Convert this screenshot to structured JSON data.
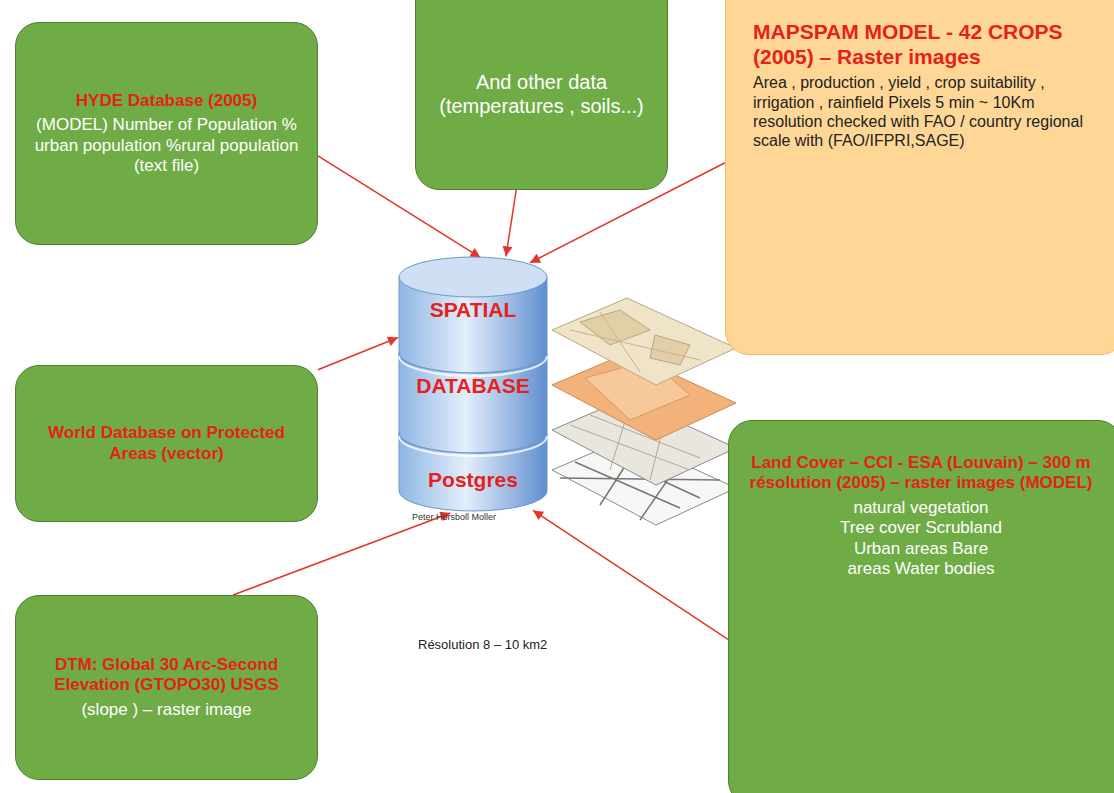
{
  "diagram": {
    "nodes": [
      {
        "text": [
          "HYDE Database (2005)",
          "(MODEL) Number of Population % urban population %rural population (text file)"
        ]
      },
      {
        "text": [
          "And other data (temperatures , soils...)"
        ]
      },
      {
        "text": [
          "MAPSPAM MODEL - 42 CROPS (2005) – Raster images",
          "Area , production , yield , crop suitability , irrigation , rainfield Pixels 5 min ~ 10Km resolution checked with FAO / country regional scale with (FAO/IFPRI,SAGE)"
        ]
      },
      {
        "text": [
          "SPATIAL",
          "DATABASE",
          "Postgres"
        ]
      },
      {
        "text": [
          "World Database on Protected Areas (vector)"
        ]
      },
      {
        "text": [
          "Land Cover – CCI - ESA (Louvain) – 300 m résolution (2005) – raster images (MODEL)",
          "natural vegetation Tree cover Scrubland Urban areas Bare areas Water bodies"
        ]
      },
      {
        "text": [
          "DTM: Global 30 Arc-Second Elevation (GTOPO30) USGS",
          "(slope ) – raster image"
        ]
      }
    ],
    "edges": [
      {
        "from": 0,
        "to": 3,
        "arrow": "to"
      },
      {
        "from": 1,
        "to": 3,
        "arrow": "to"
      },
      {
        "from": 2,
        "to": 3,
        "arrow": "to"
      },
      {
        "from": 4,
        "to": 3,
        "arrow": "to"
      },
      {
        "from": 5,
        "to": 3,
        "arrow": "to"
      },
      {
        "from": 6,
        "to": 3,
        "arrow": "to"
      }
    ],
    "labels": [
      "Peter Horsboll Moller",
      "Résolution 8 – 10 km2"
    ]
  }
}
